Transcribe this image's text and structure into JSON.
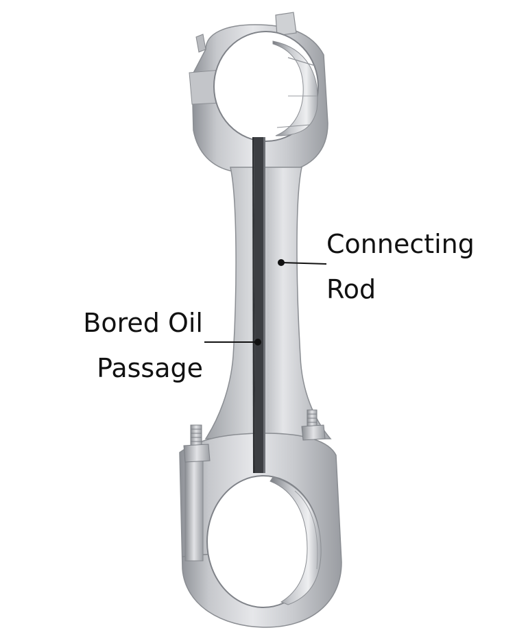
{
  "callouts": {
    "connecting_rod": {
      "line1": "Connecting",
      "line2": "Rod"
    },
    "bored_oil_passage": {
      "line1": "Bored Oil",
      "line2": "Passage"
    }
  },
  "colors": {
    "metal_light": "#dcdde0",
    "metal_mid": "#b3b5b9",
    "metal_dark": "#7d8086",
    "oil_passage": "#3c3e42",
    "leader_line": "#111111",
    "label_text": "#111111"
  }
}
